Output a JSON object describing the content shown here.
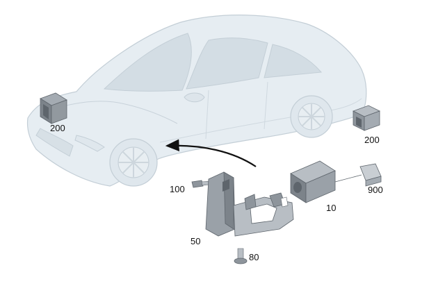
{
  "callouts": {
    "ecu_front": "200",
    "ecu_rear": "200",
    "bolt": "100",
    "module": "10",
    "plug": "900",
    "bracket": "50",
    "screw": "80"
  },
  "colors": {
    "car_body": "#e6edf2",
    "car_outline": "#c3ced6",
    "car_glass": "#d3dde4",
    "part_light": "#b8bec4",
    "part_mid": "#8e959c",
    "part_dark": "#5e656c",
    "arrow": "#111111"
  }
}
